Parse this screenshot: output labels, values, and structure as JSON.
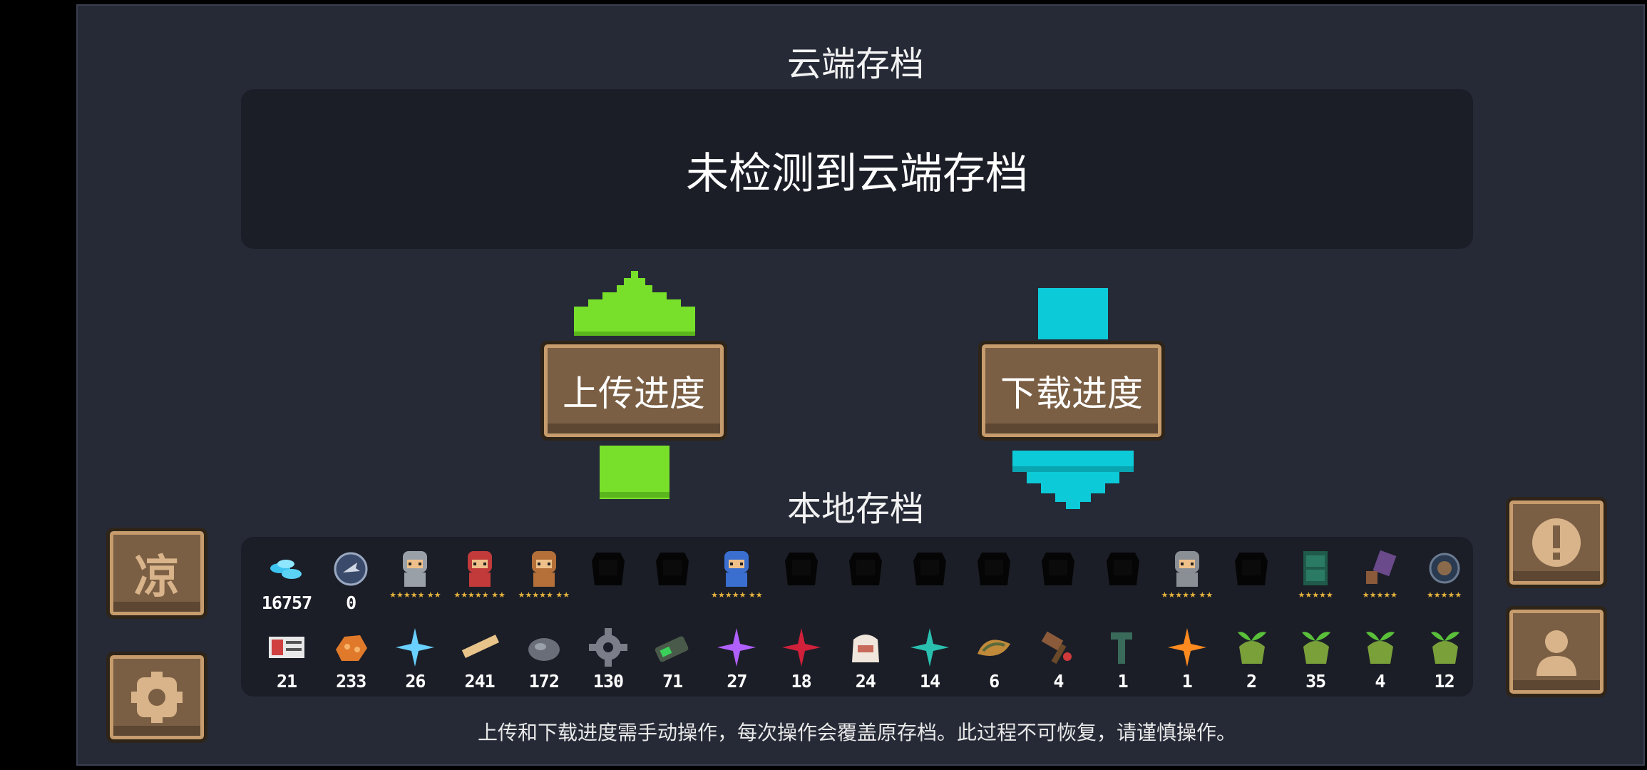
{
  "cloud": {
    "title": "云端存档",
    "status": "未检测到云端存档"
  },
  "actions": {
    "upload": "上传进度",
    "download": "下载进度"
  },
  "local": {
    "title": "本地存档",
    "row1": [
      {
        "icon": "gem-coins-icon",
        "count": "16757",
        "stars": ""
      },
      {
        "icon": "fish-token-icon",
        "count": "0",
        "stars": ""
      },
      {
        "icon": "knight-icon",
        "count": "",
        "stars": "★★★★★ ★★"
      },
      {
        "icon": "rogue-icon",
        "count": "",
        "stars": "★★★★★ ★★"
      },
      {
        "icon": "wizard-icon",
        "count": "",
        "stars": "★★★★★ ★★"
      },
      {
        "icon": "locked-hero-icon",
        "count": "",
        "stars": ""
      },
      {
        "icon": "locked-hero-icon",
        "count": "",
        "stars": ""
      },
      {
        "icon": "blue-hero-icon",
        "count": "",
        "stars": "★★★★★ ★★"
      },
      {
        "icon": "locked-hero-icon",
        "count": "",
        "stars": ""
      },
      {
        "icon": "locked-hero-icon",
        "count": "",
        "stars": ""
      },
      {
        "icon": "locked-hero-icon",
        "count": "",
        "stars": ""
      },
      {
        "icon": "locked-hero-icon",
        "count": "",
        "stars": ""
      },
      {
        "icon": "locked-hero-icon",
        "count": "",
        "stars": ""
      },
      {
        "icon": "locked-hero-icon",
        "count": "",
        "stars": ""
      },
      {
        "icon": "hooded-hero-icon",
        "count": "",
        "stars": "★★★★★ ★★"
      },
      {
        "icon": "locked-hero-icon",
        "count": "",
        "stars": ""
      },
      {
        "icon": "green-cabinet-icon",
        "count": "",
        "stars": "★★★★★"
      },
      {
        "icon": "book-icon",
        "count": "",
        "stars": "★★★★★"
      },
      {
        "icon": "pot-icon",
        "count": "",
        "stars": "★★★★★"
      }
    ],
    "row2": [
      {
        "icon": "ticket-icon",
        "count": "21"
      },
      {
        "icon": "ore-icon",
        "count": "233"
      },
      {
        "icon": "blue-crystal-icon",
        "count": "26"
      },
      {
        "icon": "wood-plank-icon",
        "count": "241"
      },
      {
        "icon": "stone-icon",
        "count": "172"
      },
      {
        "icon": "gear-part-icon",
        "count": "130"
      },
      {
        "icon": "battery-icon",
        "count": "71"
      },
      {
        "icon": "purple-crystal-icon",
        "count": "27"
      },
      {
        "icon": "red-crystal-icon",
        "count": "18"
      },
      {
        "icon": "flour-sack-icon",
        "count": "24"
      },
      {
        "icon": "teal-crystal-icon",
        "count": "14"
      },
      {
        "icon": "shell-icon",
        "count": "6"
      },
      {
        "icon": "hammer-icon",
        "count": "4"
      },
      {
        "icon": "green-tool-icon",
        "count": "1"
      },
      {
        "icon": "fire-crystal-icon",
        "count": "1"
      },
      {
        "icon": "seed-bag-icon",
        "count": "2"
      },
      {
        "icon": "seed-bag-icon",
        "count": "35"
      },
      {
        "icon": "seed-bag-icon",
        "count": "4"
      },
      {
        "icon": "seed-bag-icon",
        "count": "12"
      }
    ]
  },
  "footer": "上传和下载进度需手动操作，每次操作会覆盖原存档。此过程不可恢复，请谨慎操作。",
  "side": {
    "liang_label": "凉"
  },
  "colors": {
    "upload_arrow": "#78e02a",
    "download_arrow": "#0ccad8",
    "button": "#7a5f44"
  }
}
